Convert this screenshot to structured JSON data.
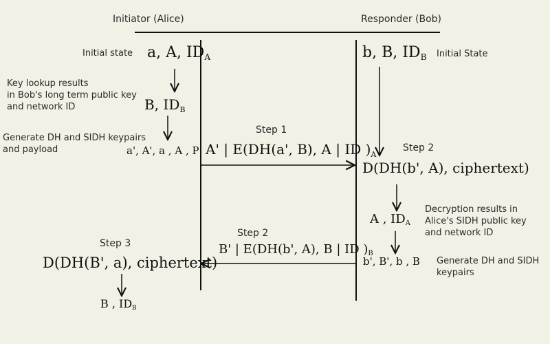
{
  "lifelines": {
    "initiator": "Initiator (Alice)",
    "responder": "Responder (Bob)"
  },
  "alice": {
    "initial_state_label": "Initial state",
    "initial_state_expr": "a, A, ID",
    "initial_state_sub": "A",
    "key_lookup_label": "Key lookup results\nin Bob's long term public key\nand network ID",
    "key_lookup_expr": "B, ID",
    "key_lookup_sub": "B",
    "generate_label": "Generate DH and SIDH keypairs\nand payload",
    "generate_expr": "a', A', a  , A  , P",
    "step3_label": "Step 3",
    "decrypt_expr": "D(DH(B', a), ciphertext)",
    "result_expr": "B  , ID",
    "result_sub": "B"
  },
  "bob": {
    "initial_state_label": "Initial State",
    "initial_state_expr": "b, B, ID",
    "initial_state_sub": "B",
    "step2_label": "Step 2",
    "decrypt_expr": "D(DH(b', A), ciphertext)",
    "decryption_label": "Decryption results in\nAlice's SIDH public key\nand network ID",
    "decryption_expr": "A  , ID",
    "decryption_sub": "A",
    "generate_label": "Generate DH and SIDH\nkeypairs",
    "generate_expr": "b', B', b  , B"
  },
  "messages": {
    "step1_label": "Step 1",
    "step1_expr": "A' | E(DH(a', B), A  | ID  )",
    "step1_sub": "A",
    "step2_label": "Step 2",
    "step2_expr": "B' | E(DH(b', A), B  | ID  )",
    "step2_sub": "B"
  },
  "colors": {
    "background": "#f1f1e6",
    "ink": "#111111",
    "label": "#2a2a2a"
  }
}
